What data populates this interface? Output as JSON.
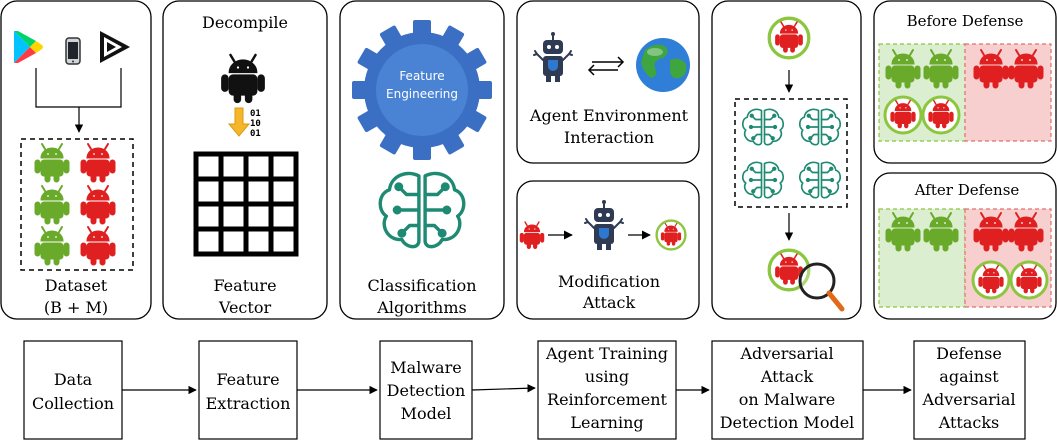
{
  "panels": {
    "dataset": {
      "label_line1": "Dataset",
      "label_line2": "(B + M)"
    },
    "decompile": {
      "title": "Decompile",
      "bits": [
        "01",
        "10",
        "01"
      ],
      "label_line1": "Feature",
      "label_line2": "Vector"
    },
    "classification": {
      "gear_line1": "Feature",
      "gear_line2": "Engineering",
      "label_line1": "Classification",
      "label_line2": "Algorithms"
    },
    "agent_env": {
      "label_line1": "Agent Environment",
      "label_line2": "Interaction"
    },
    "modification": {
      "label_line1": "Modification",
      "label_line2": "Attack"
    },
    "before_defense": {
      "title": "Before Defense"
    },
    "after_defense": {
      "title": "After Defense"
    }
  },
  "pipeline": [
    {
      "line1": "Data",
      "line2": "Collection"
    },
    {
      "line1": "Feature",
      "line2": "Extraction"
    },
    {
      "line1": "Malware",
      "line2": "Detection",
      "line3": "Model"
    },
    {
      "line1": "Agent Training",
      "line2": "using",
      "line3": "Reinforcement",
      "line4": "Learning"
    },
    {
      "line1": "Adversarial",
      "line2": "Attack",
      "line3": "on Malware",
      "line4": "Detection Model"
    },
    {
      "line1": "Defense",
      "line2": "against",
      "line3": "Adversarial",
      "line4": "Attacks"
    }
  ],
  "colors": {
    "benign": "#6aaa2a",
    "malicious": "#e02020",
    "ring": "#8cc63f",
    "gear": "#3a6fc4",
    "brain": "#1f8a73",
    "benign_zone": "#dbeed0",
    "malicious_zone": "#f7cfcf"
  }
}
